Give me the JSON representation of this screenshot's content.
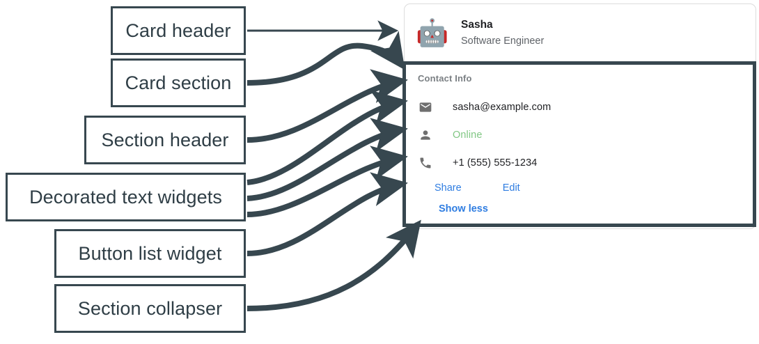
{
  "annotations": [
    {
      "id": "card-header",
      "label": "Card header"
    },
    {
      "id": "card-section",
      "label": "Card section"
    },
    {
      "id": "section-header",
      "label": "Section header"
    },
    {
      "id": "decorated-text",
      "label": "Decorated text widgets"
    },
    {
      "id": "button-list",
      "label": "Button list widget"
    },
    {
      "id": "collapser",
      "label": "Section collapser"
    }
  ],
  "card": {
    "header": {
      "avatar_icon": "robot-emoji",
      "avatar_glyph": "🤖",
      "title": "Sasha",
      "subtitle": "Software Engineer"
    },
    "section": {
      "title": "Contact Info",
      "rows": [
        {
          "icon": "email-icon",
          "text": "sasha@example.com",
          "status": false
        },
        {
          "icon": "person-icon",
          "text": "Online",
          "status": true
        },
        {
          "icon": "phone-icon",
          "text": "+1 (555) 555-1234",
          "status": false
        }
      ],
      "buttons": [
        {
          "label": "Share"
        },
        {
          "label": "Edit"
        }
      ],
      "collapser_label": "Show less"
    }
  },
  "colors": {
    "annotation": "#37474f",
    "link": "#2f7de1",
    "status_online": "#81c784",
    "section_title": "#7a7f83",
    "card_border": "#dcdcdc",
    "text_primary": "#202124",
    "text_secondary": "#5f6368"
  }
}
